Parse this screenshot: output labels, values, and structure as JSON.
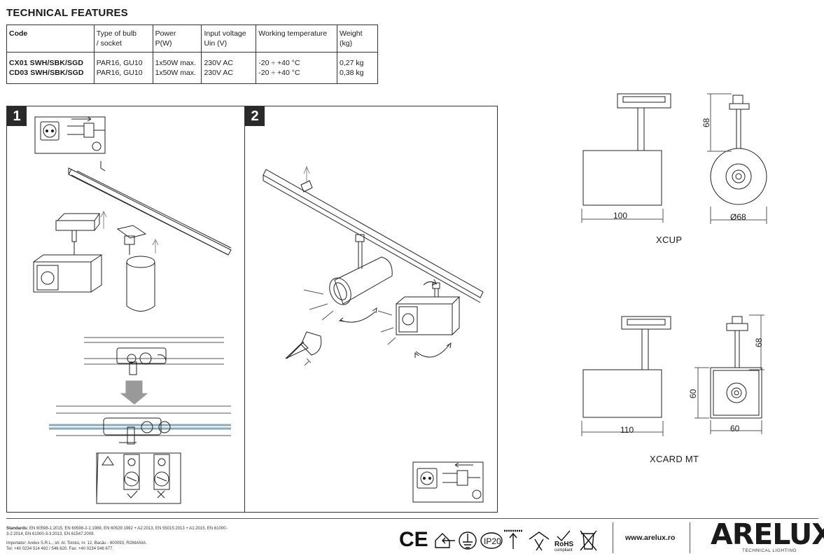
{
  "section_title": "TECHNICAL FEATURES",
  "specs_table": {
    "headers": [
      "Code",
      "Type of bulb\n/ socket",
      "Power\nP(W)",
      "Input voltage\nUin (V)",
      "Working temperature",
      "Weight\n(kg)"
    ],
    "rows": [
      {
        "code": "CX01 SWH/SBK/SGD\nCD03 SWH/SBK/SGD",
        "bulb": "PAR16, GU10\nPAR16, GU10",
        "power": "1x50W max.\n1x50W max.",
        "voltage": "230V AC\n230V AC",
        "temperature": "-20 ÷ +40 °C\n-20 ÷ +40 °C",
        "weight": "0,27 kg\n0,38 kg"
      }
    ]
  },
  "steps": [
    "1",
    "2"
  ],
  "dimensions": {
    "xcup": {
      "label": "XCUP",
      "width": "100",
      "height": "68",
      "diameter": "Ø68"
    },
    "xcard": {
      "label": "XCARD MT",
      "width": "110",
      "height_top": "68",
      "height_side": "60",
      "depth": "60"
    }
  },
  "footer": {
    "standards_label": "Standards:",
    "standards_text": " EN 60598-1:2015, EN 60598-2-1:1989, EN 60529:1992 + A2:2013, EN 55015:2013 + A1:2015, EN 61000-3-2:2014, EN 61000-3-3:2013, EN 61547:2009.",
    "importer_text": "Importator: Arelux S.R.L., str. Al. Tolstoi, nr. 12, Bacău - 600093, ROMANIA.",
    "contact_text": "Tel: +40 0234 514 492 / 546 620. Fax: +40 0234 546 677.",
    "ip_rating": "IP20",
    "ce_mark": "CE",
    "rohs_label": "RoHS",
    "rohs_sub": "compliant",
    "website": "www.arelux.ro",
    "brand": "ARELUX",
    "brand_tagline": "TECHNICAL LIGHTING"
  }
}
